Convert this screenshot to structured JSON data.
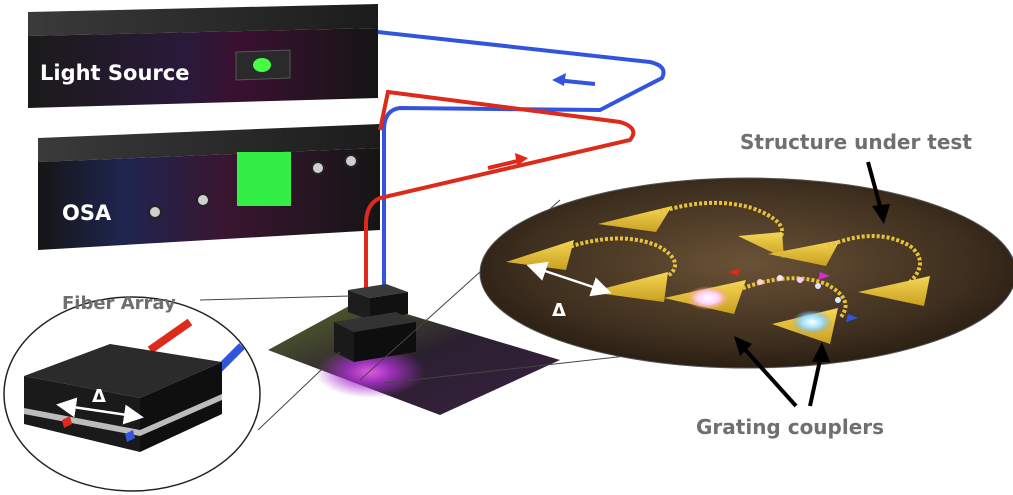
{
  "labels": {
    "light_source": "Light Source",
    "osa": "OSA",
    "fiber_array": "Fiber Array",
    "structure_under_test": "Structure under test",
    "grating_couplers": "Grating couplers",
    "delta_inset": "Δ",
    "delta_chip": "Δ"
  },
  "colors": {
    "fiber_blue": "#3355dd",
    "fiber_red": "#dd2a1a",
    "display_green": "#33ee44",
    "grating_gold": "#e8c23a",
    "label_grey": "#6f6f6f"
  },
  "icons": {
    "flow_arrow_blue": "arrow-left",
    "flow_arrow_red": "arrow-right",
    "pointer_arrow": "black-arrow"
  }
}
